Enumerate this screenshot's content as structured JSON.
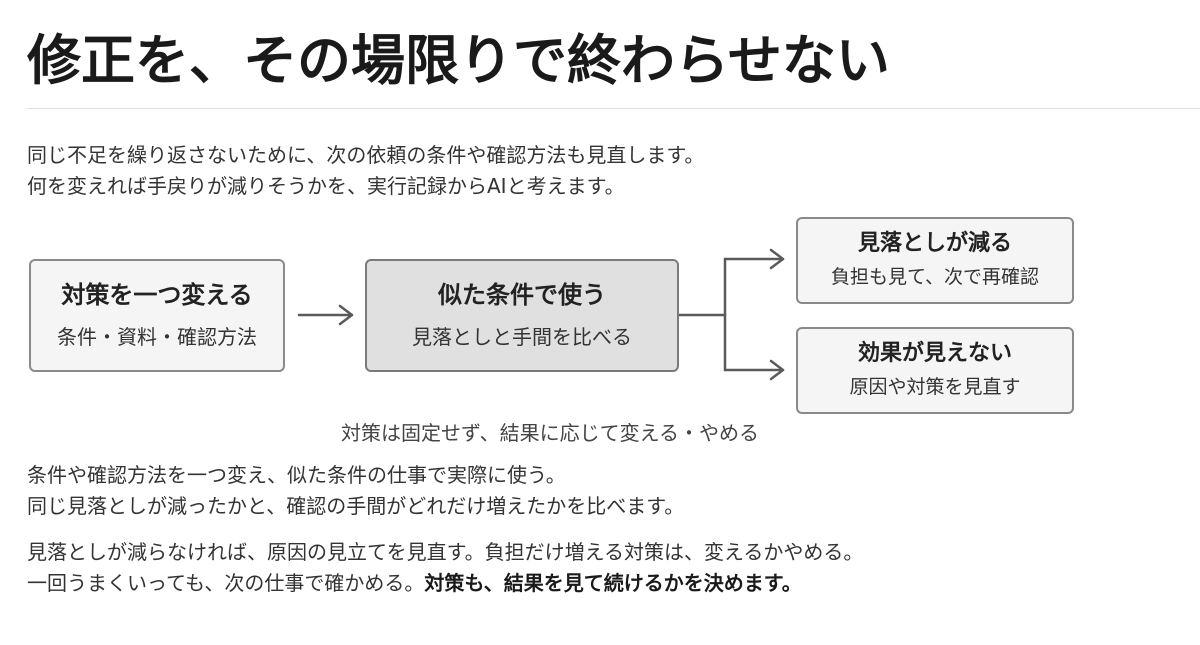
{
  "title": "修正を、その場限りで終わらせない",
  "intro": {
    "line1": "同じ不足を繰り返さないために、次の依頼の条件や確認方法も見直します。",
    "line2": "何を変えれば手戻りが減りそうかを、実行記録からAIと考えます。"
  },
  "diagram": {
    "left_box": {
      "title": "対策を一つ変える",
      "subtitle": "条件・資料・確認方法"
    },
    "center_box": {
      "title": "似た条件で使う",
      "subtitle": "見落としと手間を比べる"
    },
    "top_right_box": {
      "title": "見落としが減る",
      "subtitle": "負担も見て、次で再確認"
    },
    "bottom_right_box": {
      "title": "効果が見えない",
      "subtitle": "原因や対策を見直す"
    },
    "caption": "対策は固定せず、結果に応じて変える・やめる"
  },
  "body1": {
    "line1": "条件や確認方法を一つ変え、似た条件の仕事で実際に使う。",
    "line2": "同じ見落としが減ったかと、確認の手間がどれだけ増えたかを比べます。"
  },
  "body2": {
    "line1": "見落としが減らなければ、原因の見立てを見直す。負担だけ増える対策は、変えるかやめる。",
    "line2_plain": "一回うまくいっても、次の仕事で確かめる。",
    "line2_bold": "対策も、結果を見て続けるかを決めます。"
  }
}
